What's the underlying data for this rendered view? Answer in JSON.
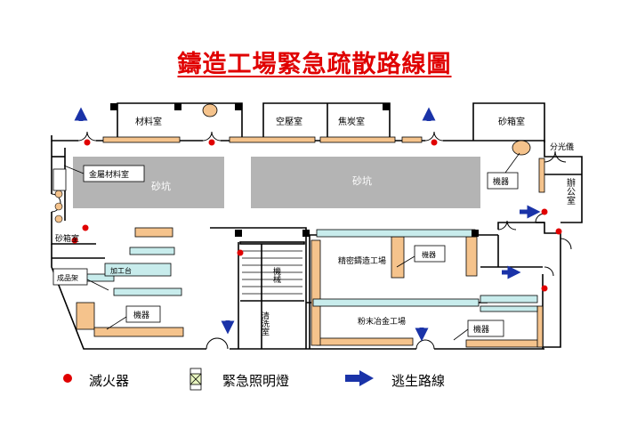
{
  "title": "鑄造工場緊急疏散路線圖",
  "rooms": {
    "material_room": "材料室",
    "compressor_room": "空壓室",
    "coke_room": "焦炭室",
    "sand_box_top": "砂箱室",
    "spectrometer": "分光儀",
    "office": "辦公室",
    "metal_material_room": "金屬材料室",
    "sand_pit_left": "砂坑",
    "sand_pit_center": "砂坑",
    "machine_top": "機器",
    "sand_box_left": "砂箱室",
    "product_rack": "成品架",
    "work_table": "加工台",
    "machine_left": "機器",
    "machine_tool": "機械",
    "precision_casting": "精密鑄造工場",
    "machine_precision": "機器",
    "cleaning_room": "清洗室",
    "powder_metallurgy": "粉末冶金工場",
    "machine_right": "機器"
  },
  "legend": {
    "extinguisher": "滅火器",
    "emergency_light": "緊急照明燈",
    "escape_route": "逃生路線"
  },
  "colors": {
    "title": "#e00000",
    "wall": "#000000",
    "sand_pit": "#b4b4b4",
    "workbench": "#f5c38c",
    "equipment": "#c8ecec",
    "extinguisher": "#e00000",
    "arrow": "#1a33a8"
  }
}
